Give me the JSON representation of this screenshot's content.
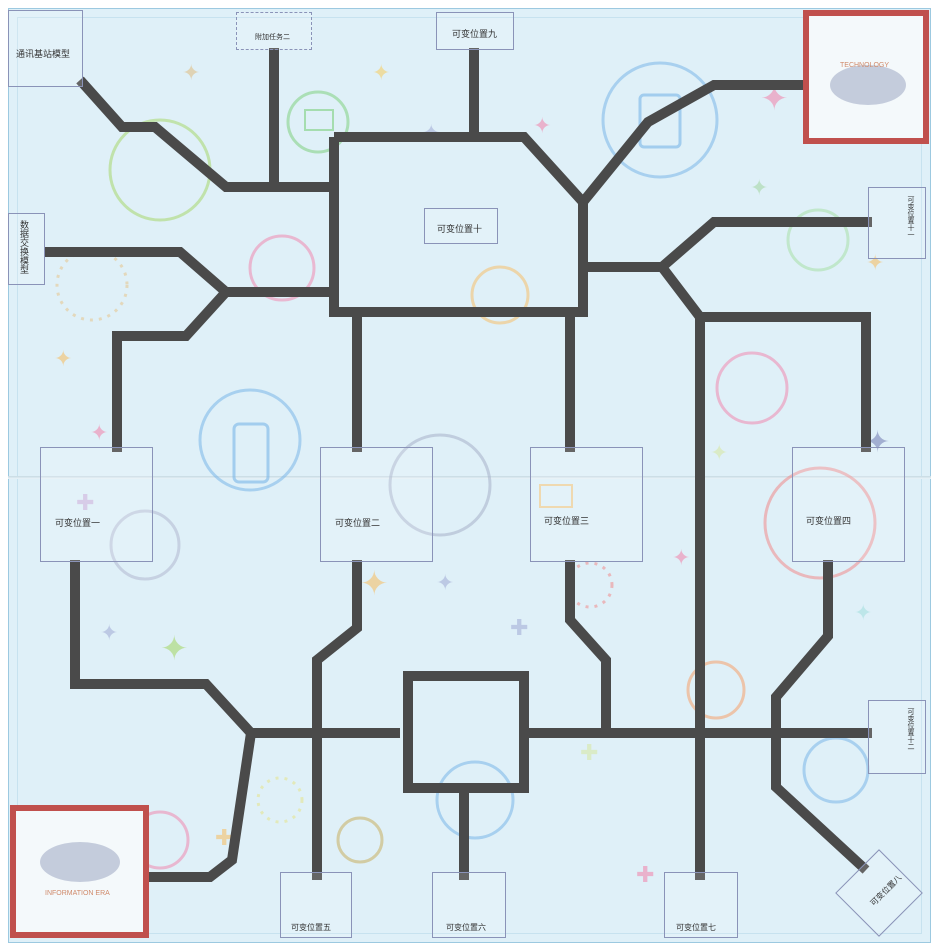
{
  "labels": {
    "comm_base_station": "通讯基站模型",
    "data_exchange": "数据交换模型",
    "extra_task_2": "附加任务二",
    "pos_1": "可变位置一",
    "pos_2": "可变位置二",
    "pos_3": "可变位置三",
    "pos_4": "可变位置四",
    "pos_5": "可变位置五",
    "pos_6": "可变位置六",
    "pos_7": "可变位置七",
    "pos_8": "可变位置八",
    "pos_9": "可变位置九",
    "pos_10": "可变位置十",
    "right_upper": "可变位置十一",
    "right_lower": "可变位置十二"
  },
  "logo_top_right": "TECHNOLOGY",
  "logo_bottom_left": "INFORMATION ERA",
  "colors": {
    "track": "#4a4a4a",
    "board": "#dff0f8",
    "frame": "#c0504d"
  }
}
